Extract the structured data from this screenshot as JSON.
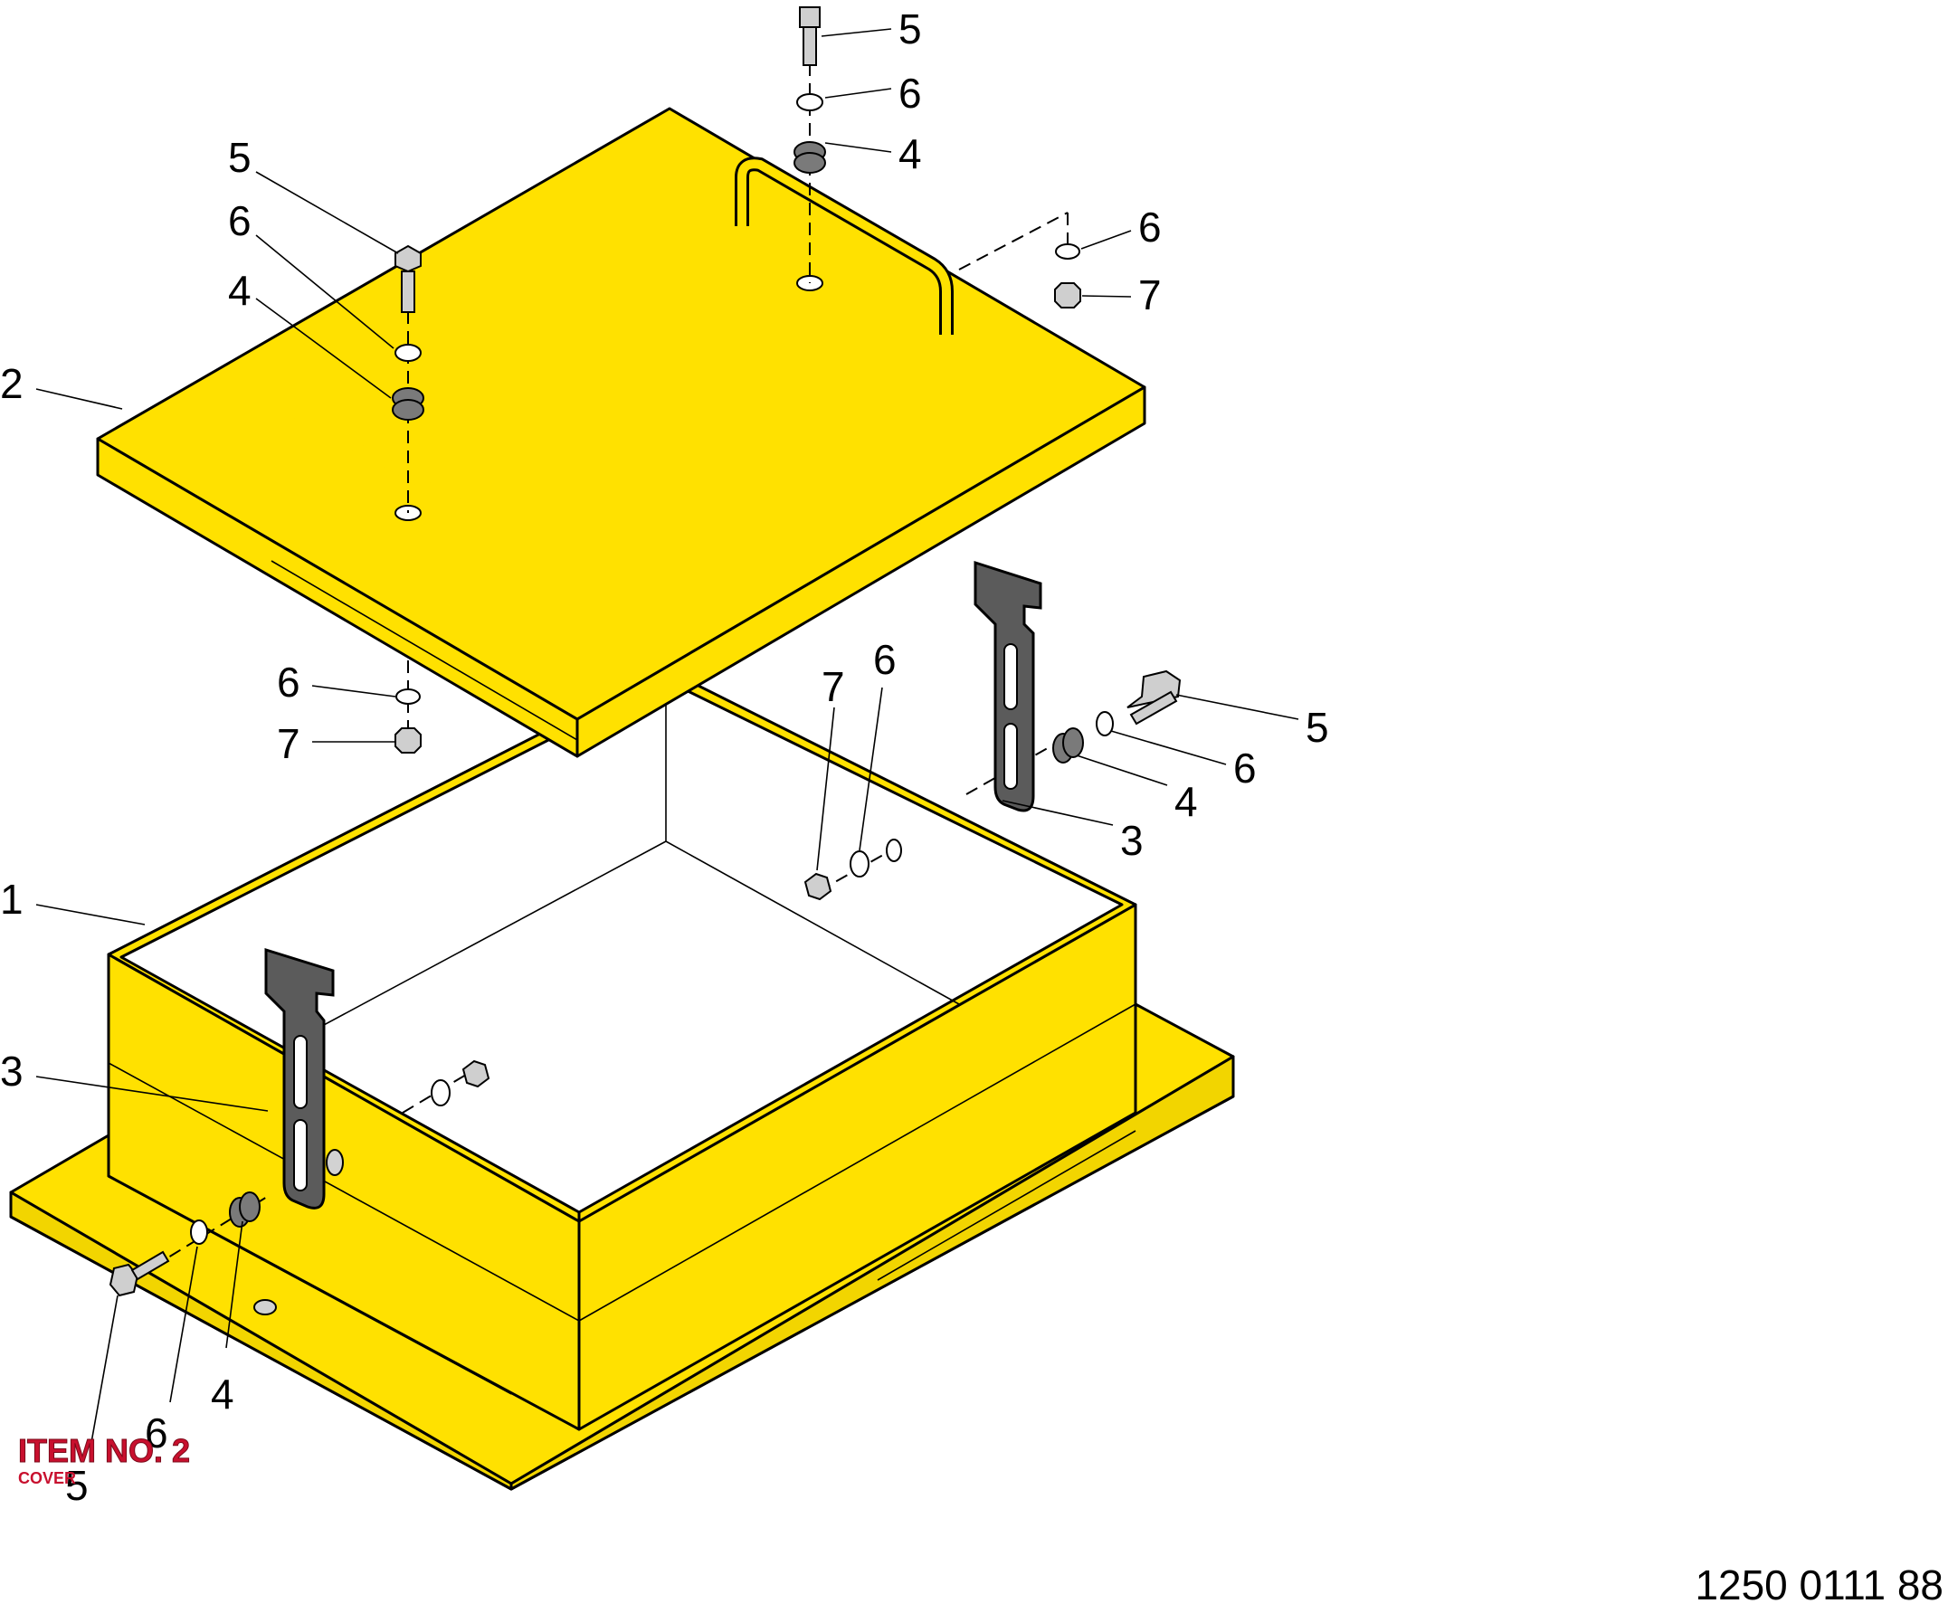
{
  "colors": {
    "body_yellow": "#ffe100",
    "interior_gray": "#d2d2d2",
    "hardware_gray": "#cfcfcf",
    "bracket_dark": "#5b5b5b",
    "label_red": "#c8102e"
  },
  "callouts": {
    "c1": "1",
    "c2": "2",
    "c3a": "3",
    "c3b": "3",
    "c4a": "4",
    "c4b": "4",
    "c4c": "4",
    "c4d": "4",
    "c5a": "5",
    "c5b": "5",
    "c5c": "5",
    "c5d": "5",
    "c6a": "6",
    "c6b": "6",
    "c6c": "6",
    "c6d": "6",
    "c6e": "6",
    "c6f": "6",
    "c6g": "6",
    "c7a": "7",
    "c7b": "7",
    "c7c": "7"
  },
  "item_label": {
    "title": "ITEM NO. 2",
    "subtitle": "COVER"
  },
  "drawing_number": "1250 0111 88"
}
